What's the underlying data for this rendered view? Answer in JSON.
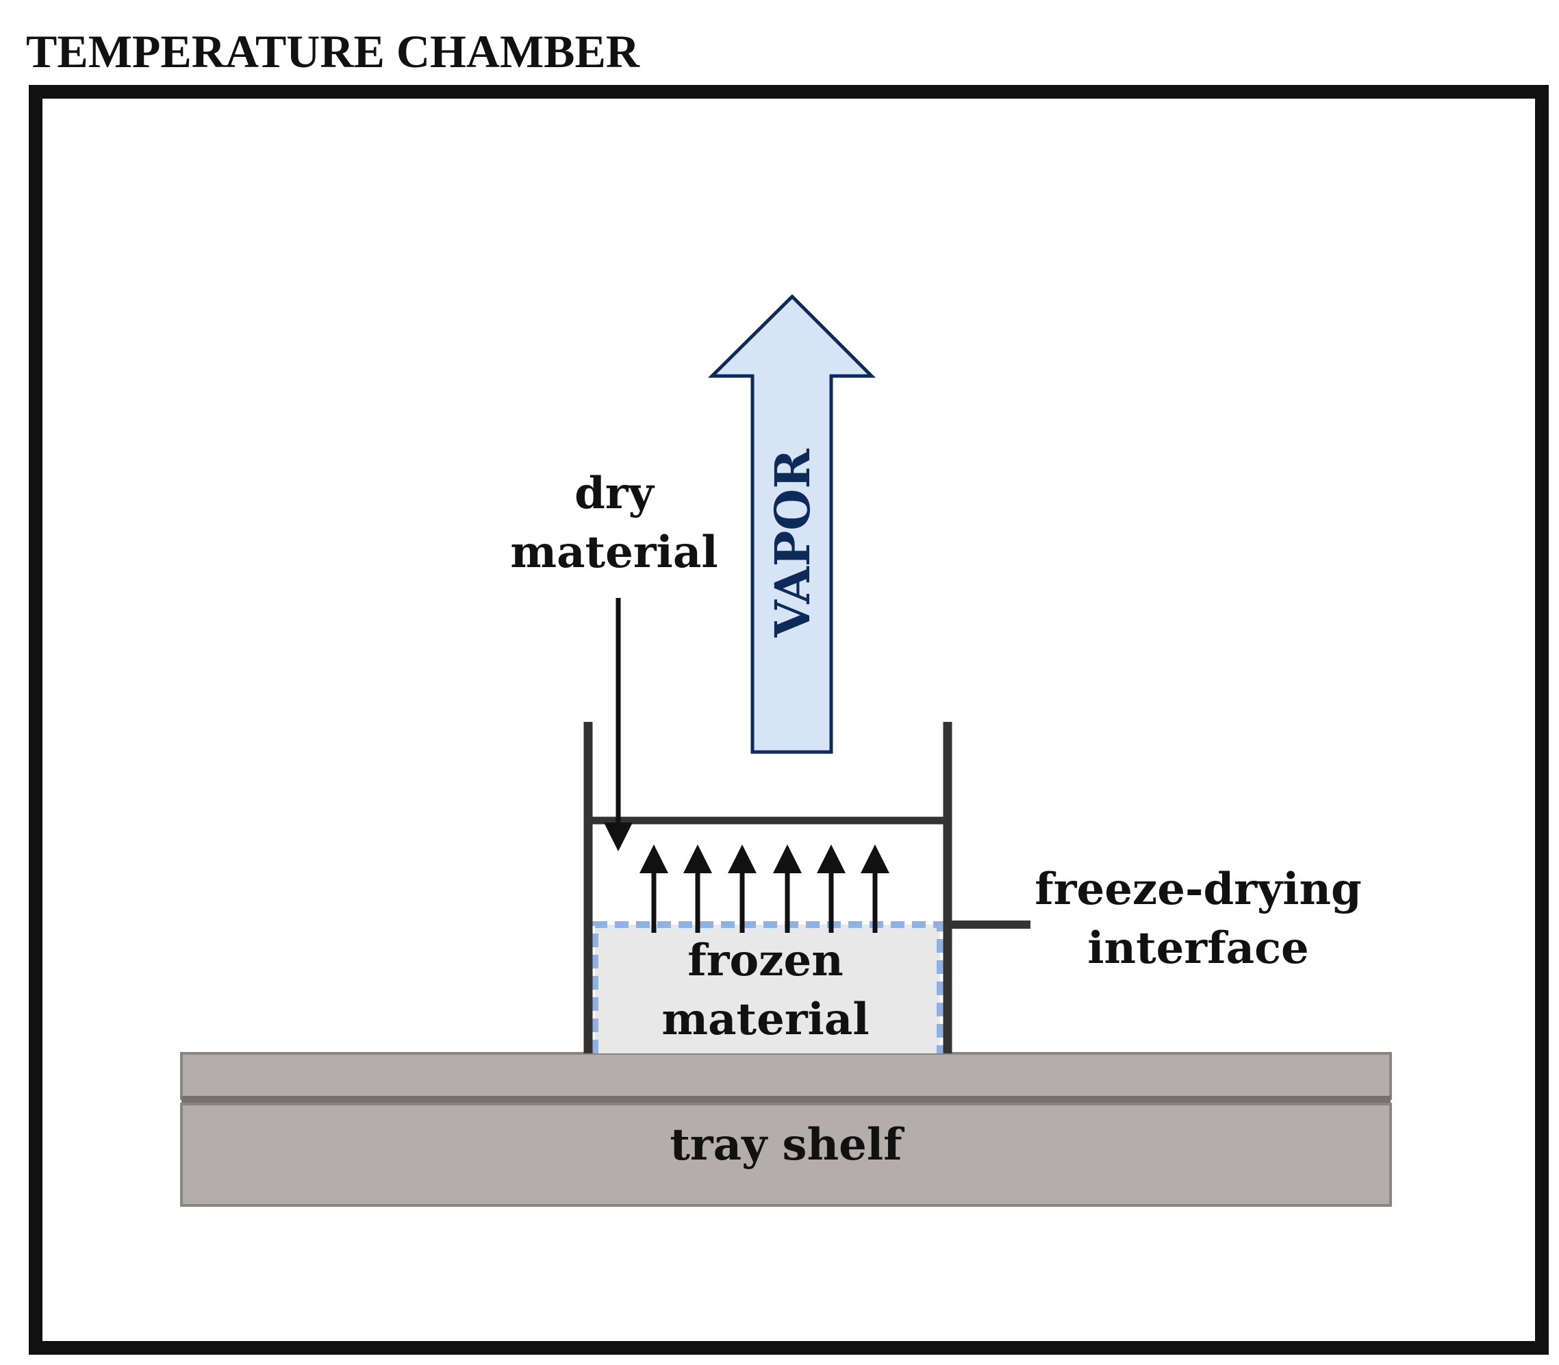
{
  "title": "TEMPERATURE CHAMBER",
  "labels": {
    "vapor": "VAPOR",
    "dry_material_line1": "dry",
    "dry_material_line2": "material",
    "frozen_material_line1": "frozen",
    "frozen_material_line2": "material",
    "interface_line1": "freeze-drying",
    "interface_line2": "interface",
    "tray_shelf": "tray shelf"
  },
  "colors": {
    "chamber_border": "#111111",
    "vapor_fill": "#d6e4f5",
    "vapor_stroke": "#0d2b5a",
    "vapor_text": "#0d2b5a",
    "frozen_fill": "#e8e8e8",
    "interface_dash": "#8fb1e3",
    "vial_wall": "#333333",
    "shelf_fill": "#b3aeab",
    "shelf_stroke": "#8a8583",
    "shelf_divider": "#757170"
  },
  "icons": {
    "vapor_arrow": "up-arrow-icon",
    "sublimation_arrows": "up-arrow-icon",
    "dry_pointer": "down-arrow-icon"
  }
}
